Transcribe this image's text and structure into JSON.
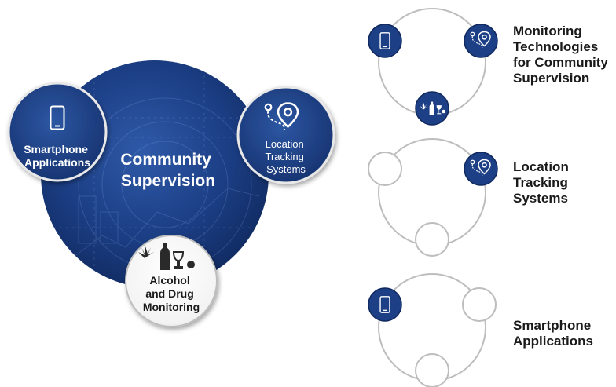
{
  "hero": {
    "title_lines": [
      "Community",
      "Supervision"
    ],
    "smartphone_lines": [
      "Smartphone",
      "Applications"
    ],
    "location_lines": [
      "Location",
      "Tracking",
      "Systems"
    ],
    "alcohol_lines": [
      "Alcohol",
      "and Drug",
      "Monitoring"
    ]
  },
  "panels": [
    {
      "title_lines": [
        "Monitoring",
        "Technologies",
        "for Community",
        "Supervision"
      ]
    },
    {
      "title_lines": [
        "Location",
        "Tracking",
        "Systems"
      ]
    },
    {
      "title_lines": [
        "Smartphone",
        "Applications"
      ]
    }
  ],
  "icons": [
    "smartphone-icon",
    "location-pin-icon",
    "substance-icon"
  ],
  "colors": {
    "primary_blue": "#1c3f86",
    "dark_blue": "#10295e",
    "ring_gray": "#bdbdbd",
    "pale_gray": "#eeeeee",
    "text": "#1a1a1a"
  }
}
